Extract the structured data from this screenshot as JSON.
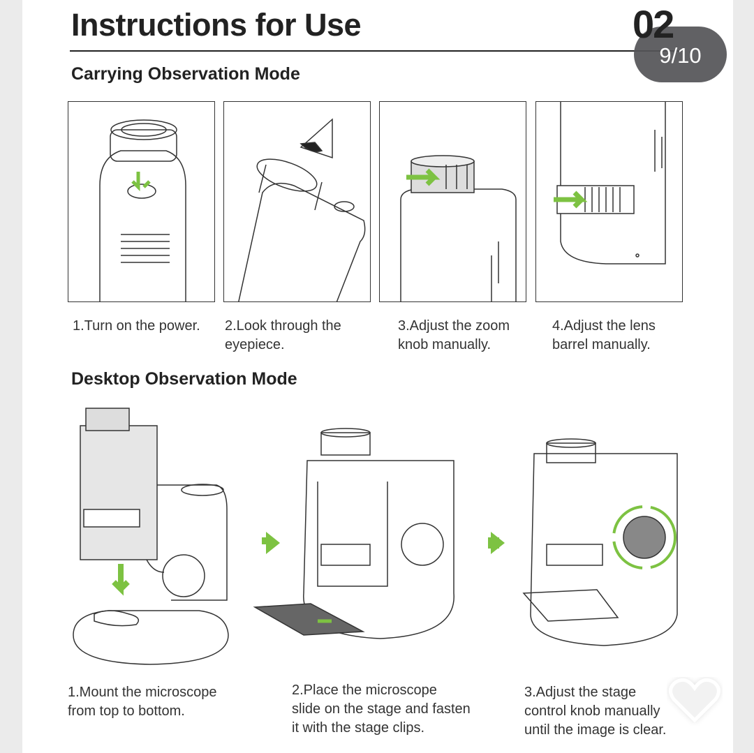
{
  "viewer": {
    "page_counter": "9/10"
  },
  "doc": {
    "title": "Instructions for Use",
    "section_number": "02",
    "carrying": {
      "heading": "Carrying Observation Mode",
      "steps": [
        {
          "l1": "1.Turn on the power.",
          "l2": ""
        },
        {
          "l1": "2.Look through the",
          "l2": "eyepiece."
        },
        {
          "l1": "3.Adjust the zoom",
          "l2": "knob manually."
        },
        {
          "l1": "4.Adjust the lens",
          "l2": "barrel manually."
        }
      ]
    },
    "desktop": {
      "heading": "Desktop Observation Mode",
      "steps": [
        {
          "l1": "1.Mount the microscope",
          "l2": "from top to bottom.",
          "l3": ""
        },
        {
          "l1": "2.Place the microscope",
          "l2": "slide on the stage and fasten",
          "l3": "it with the stage clips."
        },
        {
          "l1": "3.Adjust the stage",
          "l2": "control knob manually",
          "l3": "until the image is clear."
        }
      ]
    }
  },
  "colors": {
    "accent": "#7dc242",
    "badge": "#555558"
  }
}
